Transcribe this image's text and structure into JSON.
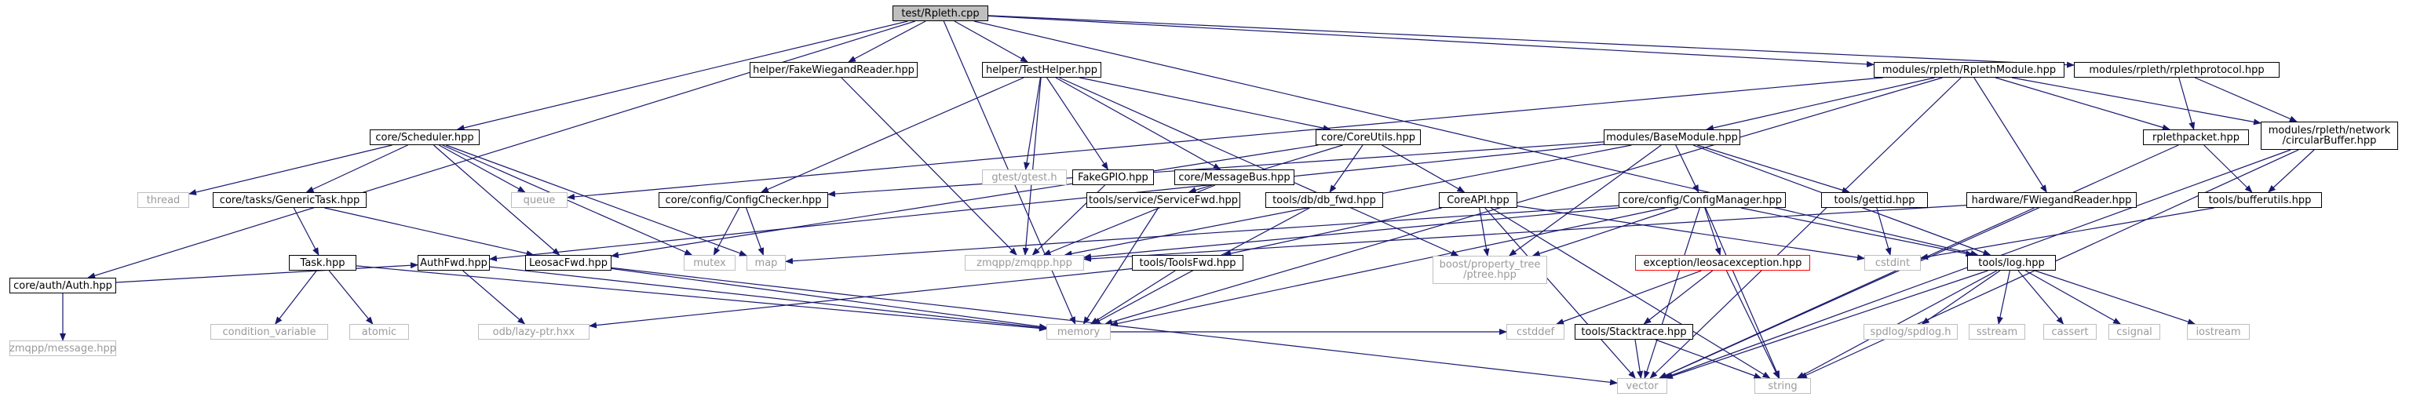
{
  "nodes": [
    {
      "id": "root",
      "label": "test/Rpleth.cpp",
      "kind": "root"
    },
    {
      "id": "fakewiegand",
      "label": "helper/FakeWiegandReader.hpp",
      "kind": "normal"
    },
    {
      "id": "testhelper",
      "label": "helper/TestHelper.hpp",
      "kind": "normal"
    },
    {
      "id": "rplethmodule",
      "label": "modules/rpleth/RplethModule.hpp",
      "kind": "normal"
    },
    {
      "id": "rplethprotocol",
      "label": "modules/rpleth/rplethprotocol.hpp",
      "kind": "normal"
    },
    {
      "id": "scheduler",
      "label": "core/Scheduler.hpp",
      "kind": "normal"
    },
    {
      "id": "gtest",
      "label": "gtest/gtest.h",
      "kind": "ghost"
    },
    {
      "id": "fakegpio",
      "label": "FakeGPIO.hpp",
      "kind": "normal"
    },
    {
      "id": "messagebus",
      "label": "core/MessageBus.hpp",
      "kind": "normal"
    },
    {
      "id": "coreutils",
      "label": "core/CoreUtils.hpp",
      "kind": "normal"
    },
    {
      "id": "basemodule",
      "label": "modules/BaseModule.hpp",
      "kind": "normal"
    },
    {
      "id": "rplethpacket",
      "label": "rplethpacket.hpp",
      "kind": "normal"
    },
    {
      "id": "circularbuffer",
      "label": "modules/rpleth/network\n/circularBuffer.hpp",
      "kind": "normal"
    },
    {
      "id": "thread",
      "label": "thread",
      "kind": "ghost"
    },
    {
      "id": "generictask",
      "label": "core/tasks/GenericTask.hpp",
      "kind": "normal"
    },
    {
      "id": "queue",
      "label": "queue",
      "kind": "ghost"
    },
    {
      "id": "configchecker",
      "label": "core/config/ConfigChecker.hpp",
      "kind": "normal"
    },
    {
      "id": "servicefwd",
      "label": "tools/service/ServiceFwd.hpp",
      "kind": "normal"
    },
    {
      "id": "dbfwd",
      "label": "tools/db/db_fwd.hpp",
      "kind": "normal"
    },
    {
      "id": "coreapi",
      "label": "CoreAPI.hpp",
      "kind": "normal"
    },
    {
      "id": "configmanager",
      "label": "core/config/ConfigManager.hpp",
      "kind": "normal"
    },
    {
      "id": "gettid",
      "label": "tools/gettid.hpp",
      "kind": "normal"
    },
    {
      "id": "hwfwiegand",
      "label": "hardware/FWiegandReader.hpp",
      "kind": "normal"
    },
    {
      "id": "bufferutils",
      "label": "tools/bufferutils.hpp",
      "kind": "normal"
    },
    {
      "id": "coreauth",
      "label": "core/auth/Auth.hpp",
      "kind": "normal"
    },
    {
      "id": "zmqppmsg",
      "label": "zmqpp/message.hpp",
      "kind": "ghost"
    },
    {
      "id": "task",
      "label": "Task.hpp",
      "kind": "normal"
    },
    {
      "id": "authfwd",
      "label": "AuthFwd.hpp",
      "kind": "normal"
    },
    {
      "id": "leosacfwd",
      "label": "LeosacFwd.hpp",
      "kind": "normal"
    },
    {
      "id": "mutex",
      "label": "mutex",
      "kind": "ghost"
    },
    {
      "id": "map",
      "label": "map",
      "kind": "ghost"
    },
    {
      "id": "zmqpp",
      "label": "zmqpp/zmqpp.hpp",
      "kind": "ghost"
    },
    {
      "id": "toolsfwd",
      "label": "tools/ToolsFwd.hpp",
      "kind": "normal"
    },
    {
      "id": "ptree",
      "label": "boost/property_tree\n/ptree.hpp",
      "kind": "ghost"
    },
    {
      "id": "leosacexc",
      "label": "exception/leosacexception.hpp",
      "kind": "red"
    },
    {
      "id": "cstdint",
      "label": "cstdint",
      "kind": "ghost"
    },
    {
      "id": "toolslog",
      "label": "tools/log.hpp",
      "kind": "normal"
    },
    {
      "id": "condvar",
      "label": "condition_variable",
      "kind": "ghost"
    },
    {
      "id": "atomic",
      "label": "atomic",
      "kind": "ghost"
    },
    {
      "id": "odb",
      "label": "odb/lazy-ptr.hxx",
      "kind": "ghost"
    },
    {
      "id": "memory",
      "label": "memory",
      "kind": "ghost"
    },
    {
      "id": "cstddef",
      "label": "cstddef",
      "kind": "ghost"
    },
    {
      "id": "stacktrace",
      "label": "tools/Stacktrace.hpp",
      "kind": "normal"
    },
    {
      "id": "vector",
      "label": "vector",
      "kind": "ghost"
    },
    {
      "id": "string",
      "label": "string",
      "kind": "ghost"
    },
    {
      "id": "spdlog",
      "label": "spdlog/spdlog.h",
      "kind": "ghost"
    },
    {
      "id": "sstream",
      "label": "sstream",
      "kind": "ghost"
    },
    {
      "id": "cassert",
      "label": "cassert",
      "kind": "ghost"
    },
    {
      "id": "csignal",
      "label": "csignal",
      "kind": "ghost"
    },
    {
      "id": "iostream",
      "label": "iostream",
      "kind": "ghost"
    }
  ],
  "edges": [
    [
      "root",
      "fakewiegand"
    ],
    [
      "root",
      "testhelper"
    ],
    [
      "root",
      "rplethmodule"
    ],
    [
      "root",
      "rplethprotocol"
    ],
    [
      "root",
      "scheduler"
    ],
    [
      "root",
      "coreauth"
    ],
    [
      "root",
      "memory"
    ],
    [
      "root",
      "toolslog"
    ],
    [
      "fakewiegand",
      "zmqpp"
    ],
    [
      "testhelper",
      "gtest"
    ],
    [
      "testhelper",
      "fakegpio"
    ],
    [
      "testhelper",
      "messagebus"
    ],
    [
      "testhelper",
      "coreutils"
    ],
    [
      "testhelper",
      "configchecker"
    ],
    [
      "testhelper",
      "zmqpp"
    ],
    [
      "testhelper",
      "ptree"
    ],
    [
      "rplethmodule",
      "basemodule"
    ],
    [
      "rplethmodule",
      "rplethpacket"
    ],
    [
      "rplethmodule",
      "circularbuffer"
    ],
    [
      "rplethmodule",
      "hwfwiegand"
    ],
    [
      "rplethmodule",
      "memory"
    ],
    [
      "rplethmodule",
      "vector"
    ],
    [
      "rplethmodule",
      "queue"
    ],
    [
      "rplethprotocol",
      "rplethpacket"
    ],
    [
      "rplethprotocol",
      "circularbuffer"
    ],
    [
      "scheduler",
      "thread"
    ],
    [
      "scheduler",
      "generictask"
    ],
    [
      "scheduler",
      "queue"
    ],
    [
      "scheduler",
      "mutex"
    ],
    [
      "scheduler",
      "map"
    ],
    [
      "scheduler",
      "leosacfwd"
    ],
    [
      "fakegpio",
      "zmqpp"
    ],
    [
      "messagebus",
      "zmqpp"
    ],
    [
      "coreutils",
      "servicefwd"
    ],
    [
      "coreutils",
      "dbfwd"
    ],
    [
      "coreutils",
      "coreapi"
    ],
    [
      "coreutils",
      "leosacfwd"
    ],
    [
      "basemodule",
      "configmanager"
    ],
    [
      "basemodule",
      "gettid"
    ],
    [
      "basemodule",
      "toolslog"
    ],
    [
      "basemodule",
      "configchecker"
    ],
    [
      "basemodule",
      "zmqpp"
    ],
    [
      "basemodule",
      "ptree"
    ],
    [
      "basemodule",
      "authfwd"
    ],
    [
      "rplethpacket",
      "bufferutils"
    ],
    [
      "rplethpacket",
      "vector"
    ],
    [
      "circularbuffer",
      "bufferutils"
    ],
    [
      "circularbuffer",
      "string"
    ],
    [
      "circularbuffer",
      "vector"
    ],
    [
      "generictask",
      "task"
    ],
    [
      "generictask",
      "leosacfwd"
    ],
    [
      "configchecker",
      "mutex"
    ],
    [
      "configchecker",
      "map"
    ],
    [
      "servicefwd",
      "memory"
    ],
    [
      "dbfwd",
      "memory"
    ],
    [
      "coreapi",
      "toolsfwd"
    ],
    [
      "coreapi",
      "ptree"
    ],
    [
      "coreapi",
      "cstdint"
    ],
    [
      "coreapi",
      "vector"
    ],
    [
      "coreapi",
      "string"
    ],
    [
      "configmanager",
      "leosacexc"
    ],
    [
      "configmanager",
      "ptree"
    ],
    [
      "configmanager",
      "toolslog"
    ],
    [
      "configmanager",
      "zmqpp"
    ],
    [
      "configmanager",
      "map"
    ],
    [
      "configmanager",
      "memory"
    ],
    [
      "configmanager",
      "vector"
    ],
    [
      "configmanager",
      "string"
    ],
    [
      "gettid",
      "cstdint"
    ],
    [
      "hwfwiegand",
      "zmqpp"
    ],
    [
      "hwfwiegand",
      "vector"
    ],
    [
      "bufferutils",
      "cstdint"
    ],
    [
      "coreauth",
      "zmqppmsg"
    ],
    [
      "coreauth",
      "authfwd"
    ],
    [
      "task",
      "condvar"
    ],
    [
      "task",
      "atomic"
    ],
    [
      "task",
      "memory"
    ],
    [
      "authfwd",
      "odb"
    ],
    [
      "authfwd",
      "memory"
    ],
    [
      "leosacfwd",
      "memory"
    ],
    [
      "leosacfwd",
      "vector"
    ],
    [
      "toolsfwd",
      "memory"
    ],
    [
      "toolsfwd",
      "odb"
    ],
    [
      "leosacexc",
      "stacktrace"
    ],
    [
      "leosacexc",
      "cstddef"
    ],
    [
      "leosacexc",
      "string"
    ],
    [
      "toolslog",
      "spdlog"
    ],
    [
      "toolslog",
      "sstream"
    ],
    [
      "toolslog",
      "cassert"
    ],
    [
      "toolslog",
      "csignal"
    ],
    [
      "toolslog",
      "iostream"
    ],
    [
      "toolslog",
      "vector"
    ],
    [
      "toolslog",
      "string"
    ],
    [
      "stacktrace",
      "vector"
    ],
    [
      "stacktrace",
      "string"
    ],
    [
      "memory",
      "cstddef"
    ]
  ]
}
